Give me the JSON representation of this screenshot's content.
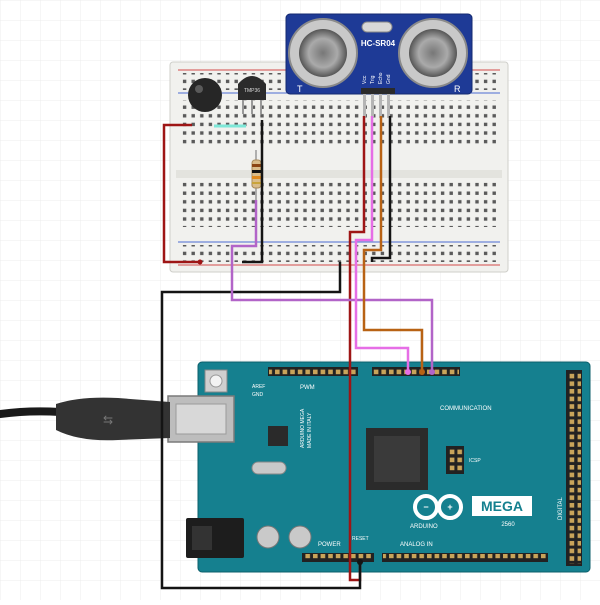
{
  "sensor": {
    "model": "HC-SR04",
    "left_label": "T",
    "right_label": "R",
    "pins": [
      "Vcc",
      "Trig",
      "Echo",
      "Gnd"
    ]
  },
  "temp_sensor": {
    "model": "TMP36"
  },
  "board": {
    "brand": "ARDUINO",
    "model": "MEGA",
    "variant": "2560",
    "subtitle": "ARDUINO MEGA",
    "origin": "MADE IN ITALY",
    "communication": "COMMUNICATION",
    "pwm": "PWM",
    "power": "POWER",
    "analog_in": "ANALOG IN",
    "digital": "DIGITAL",
    "reset": "RESET",
    "aref": "AREF",
    "gnd": "GND",
    "icsp": "ICSP"
  },
  "colors": {
    "board": "#15808f",
    "breadboard": "#f1f1ee",
    "wire_red": "#9e1515",
    "wire_black": "#141414",
    "wire_pink": "#e66ee6",
    "wire_violet": "#b264c8",
    "wire_orange": "#b86214",
    "wire_teal": "#7fe8d8",
    "sensor_blue": "#1e3a96",
    "header": "#222222"
  }
}
